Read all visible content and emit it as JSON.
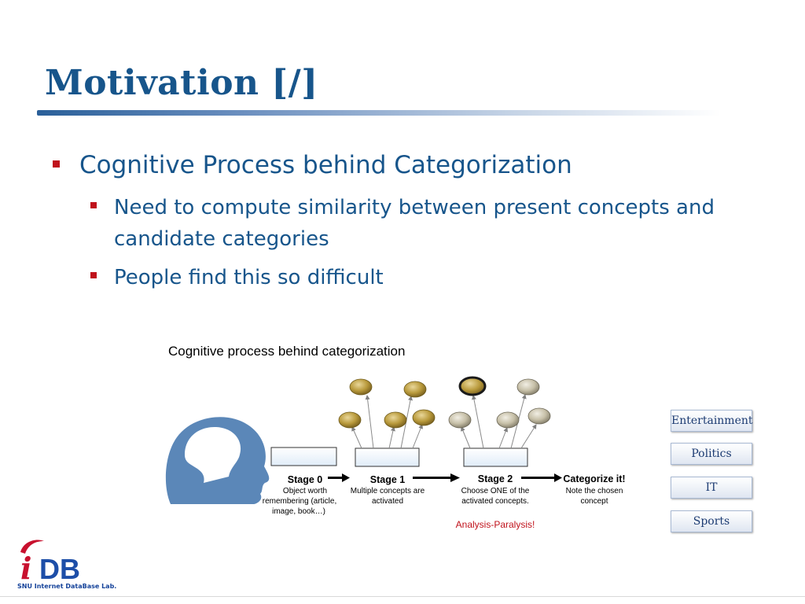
{
  "slide": {
    "title": "Motivation [/]",
    "bullets": {
      "level1": "Cognitive Process behind Categorization",
      "level2": [
        "Need to compute similarity between present concepts and candidate categories",
        "People find this so difficult"
      ]
    }
  },
  "diagram": {
    "title": "Cognitive process behind categorization",
    "stages": [
      {
        "name": "Stage 0",
        "desc": [
          "Object worth",
          "remembering (article,",
          "image, book…)"
        ]
      },
      {
        "name": "Stage 1",
        "desc": [
          "Multiple concepts are",
          "activated"
        ]
      },
      {
        "name": "Stage 2",
        "desc": [
          "Choose ONE of the",
          "activated concepts."
        ]
      },
      {
        "name": "Categorize it!",
        "desc": [
          "Note the chosen",
          "concept"
        ]
      }
    ],
    "warning": "Analysis-Paralysis!"
  },
  "categories": [
    "Entertainment",
    "Politics",
    "IT",
    "Sports"
  ],
  "logo": {
    "text": "iDB",
    "subtitle": "SNU Internet DataBase Lab."
  },
  "colors": {
    "title": "#17558b",
    "bullet": "#c0121b",
    "warning": "#c0121b"
  }
}
